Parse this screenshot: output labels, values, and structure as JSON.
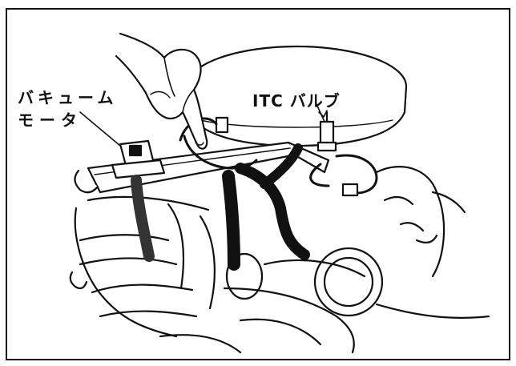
{
  "labels": {
    "vacuum_motor_line1": "バキューム",
    "vacuum_motor_line2": "モータ",
    "itc_valve": "ITC バルブ"
  }
}
